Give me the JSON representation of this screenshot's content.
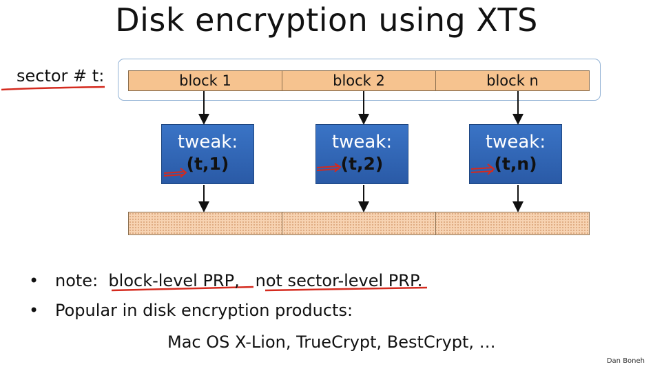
{
  "title": "Disk encryption using XTS",
  "sector_label": "sector # t:",
  "blocks": [
    "block 1",
    "block 2",
    "block n"
  ],
  "tweaks": [
    {
      "word": "tweak:",
      "id": "(t,1)"
    },
    {
      "word": "tweak:",
      "id": "(t,2)"
    },
    {
      "word": "tweak:",
      "id": "(t,n)"
    }
  ],
  "bullets": {
    "note_prefix": "note:",
    "note_block": "block-level PRP",
    "note_sep": ",",
    "note_sector": "not sector-level PRP",
    "note_end": ".",
    "popular": "Popular in disk encryption products:",
    "products": "Mac OS X-Lion, TrueCrypt, BestCrypt, …"
  },
  "author": "Dan Boneh",
  "colors": {
    "block_fill": "#f6c38f",
    "tweak_fill": "#2f64b4",
    "annotation_red": "#d42a1e"
  }
}
